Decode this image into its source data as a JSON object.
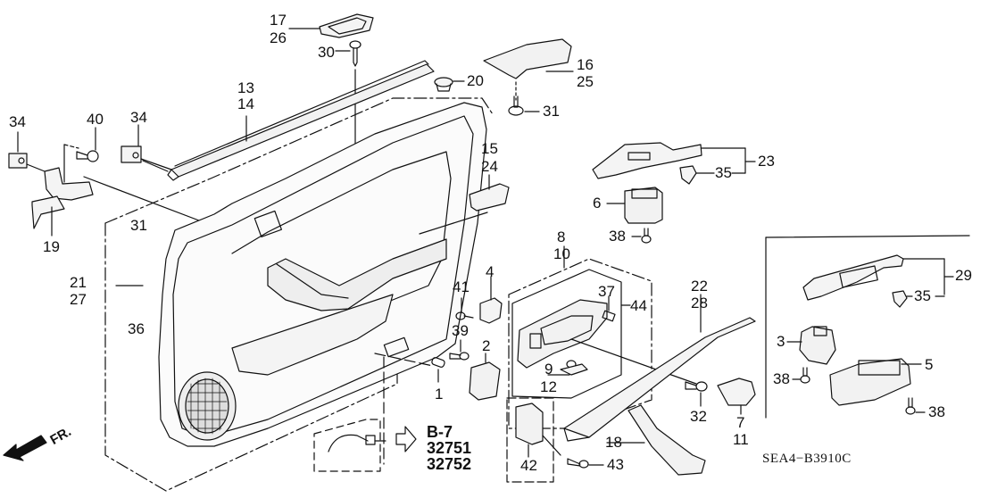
{
  "diagram": {
    "title_code": "SEA4−B3910C",
    "direction_label": "FR.",
    "reference": {
      "lines": [
        "B-7",
        "32751",
        "32752"
      ]
    },
    "part_labels": {
      "p1": "1",
      "p2": "2",
      "p3": "3",
      "p4": "4",
      "p5": "5",
      "p6": "6",
      "p7": "7",
      "p8": "8",
      "p9": "9",
      "p10": "10",
      "p11": "11",
      "p12": "12",
      "p13": "13",
      "p14": "14",
      "p15": "15",
      "p16": "16",
      "p17": "17",
      "p18": "18",
      "p19": "19",
      "p20": "20",
      "p21": "21",
      "p22": "22",
      "p23": "23",
      "p24": "24",
      "p25": "25",
      "p26": "26",
      "p27": "27",
      "p28": "28",
      "p29": "29",
      "p30": "30",
      "p31a": "31",
      "p31b": "31",
      "p32": "32",
      "p34a": "34",
      "p34b": "34",
      "p35a": "35",
      "p35b": "35",
      "p36": "36",
      "p37": "37",
      "p38a": "38",
      "p38b": "38",
      "p38c": "38",
      "p39": "39",
      "p40": "40",
      "p41": "41",
      "p42": "42",
      "p43": "43",
      "p44": "44"
    }
  }
}
